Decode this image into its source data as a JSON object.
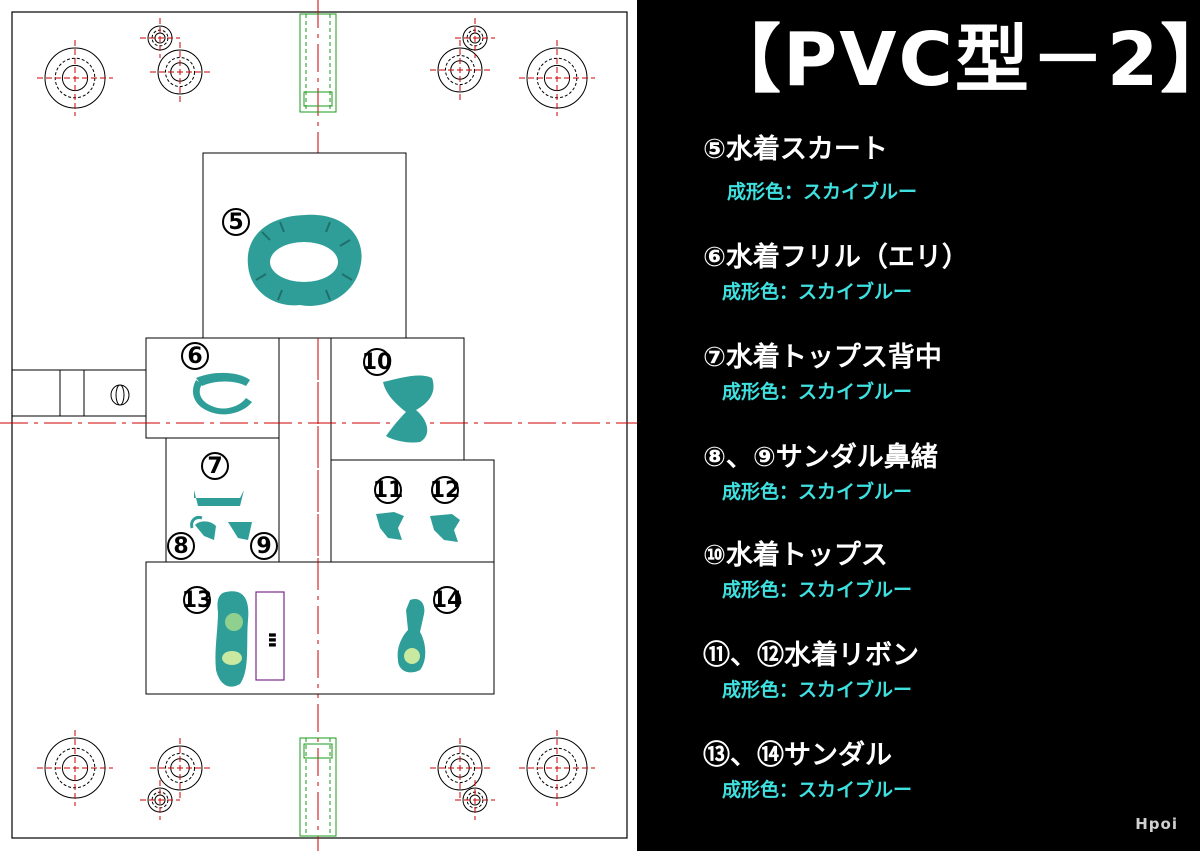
{
  "title": "【PVC型－2】",
  "parts": [
    {
      "name": "⑤水着スカート",
      "color_label": "成形色：スカイブルー"
    },
    {
      "name": "⑥水着フリル（エリ）",
      "color_label": "成形色：スカイブルー"
    },
    {
      "name": "⑦水着トップス背中",
      "color_label": "成形色：スカイブルー"
    },
    {
      "name": "⑧、⑨サンダル鼻緒",
      "color_label": "成形色：スカイブルー"
    },
    {
      "name": "⑩水着トップス",
      "color_label": "成形色：スカイブルー"
    },
    {
      "name": "⑪、⑫水着リボン",
      "color_label": "成形色：スカイブルー"
    },
    {
      "name": "⑬、⑭サンダル",
      "color_label": "成形色：スカイブルー"
    }
  ],
  "markers": {
    "m5": "5",
    "m6": "6",
    "m7": "7",
    "m8": "8",
    "m9": "9",
    "m10": "10",
    "m11": "11",
    "m12": "12",
    "m13": "13",
    "m14": "14"
  },
  "credit": "Hpoi",
  "colors": {
    "part_teal": "#2f9e98",
    "label_cyan": "#3fe0e0"
  }
}
